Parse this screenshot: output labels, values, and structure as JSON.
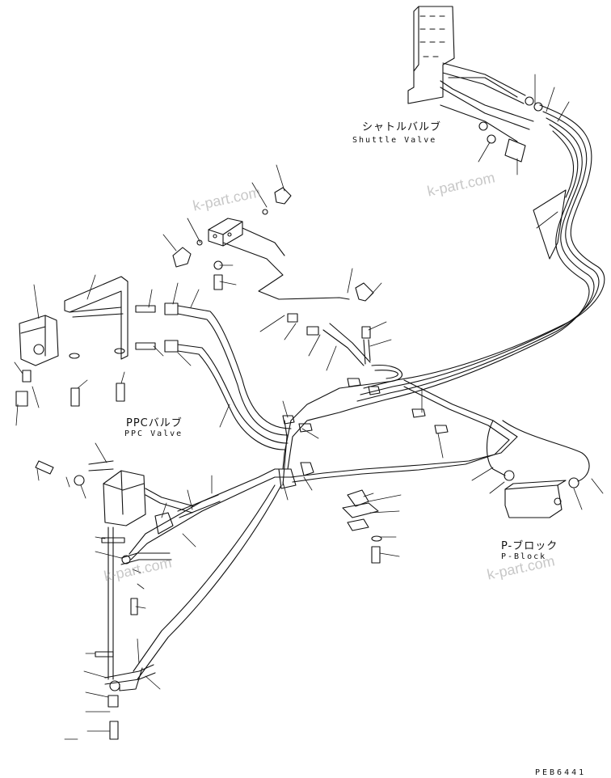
{
  "labels": {
    "shuttle_jp": "シャトルバルブ",
    "shuttle_en": "Shuttle Valve",
    "ppc_jp": "PPCバルブ",
    "ppc_en": "PPC Valve",
    "pblock_jp": "P-ブロック",
    "pblock_en": "P-Block"
  },
  "watermark": "k-part.com",
  "drawing_code": "PEB6441",
  "colors": {
    "line": "#111111",
    "watermark": "#9a9a9a"
  }
}
